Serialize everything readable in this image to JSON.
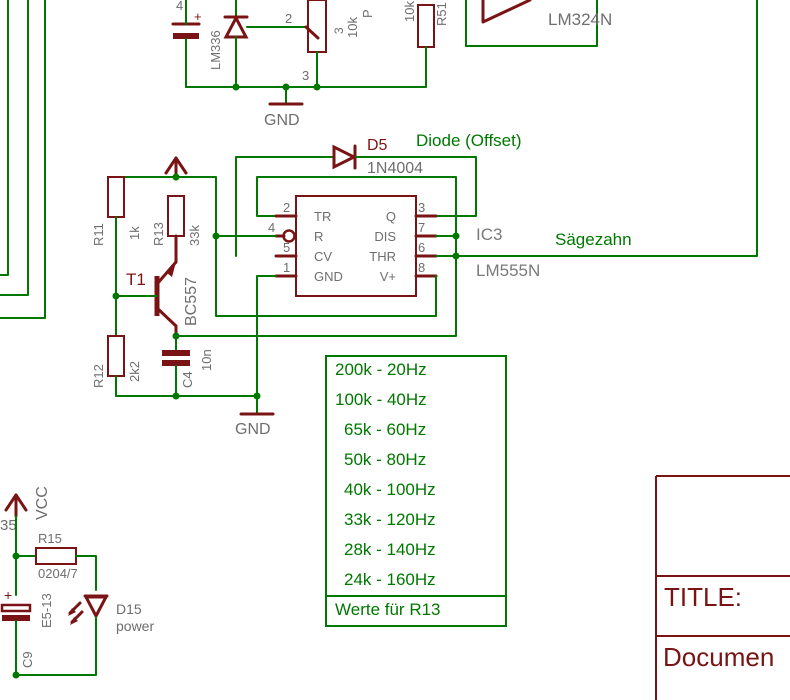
{
  "top": {
    "lm336": "LM336",
    "pot_pin2": "2",
    "pot_pin3": "3",
    "pot_pin3b": "3",
    "pot_partial": "10k",
    "pot_partial2": "P",
    "r51_partial": "10k",
    "r51_name": "R51",
    "cap_partial": "4",
    "cap_plus": "+",
    "gnd": "GND",
    "lm324n": "LM324N"
  },
  "timer": {
    "d5_name": "D5",
    "d5_value": "1N4004",
    "d5_note": "Diode (Offset)",
    "ic_name": "IC3",
    "ic_value": "LM555N",
    "pins_left": [
      {
        "num": "2",
        "label": "TR"
      },
      {
        "num": "4",
        "label": "R"
      },
      {
        "num": "5",
        "label": "CV"
      },
      {
        "num": "1",
        "label": "GND"
      }
    ],
    "pins_right": [
      {
        "num": "3",
        "label": "Q"
      },
      {
        "num": "7",
        "label": "DIS"
      },
      {
        "num": "6",
        "label": "THR"
      },
      {
        "num": "8",
        "label": "V+"
      }
    ],
    "saw_label": "Sägezahn",
    "r11_name": "R11",
    "r11_value": "1k",
    "r13_name": "R13",
    "r13_value": "33k",
    "t1_name": "T1",
    "t1_value": "BC557",
    "r12_name": "R12",
    "r12_value": "2k2",
    "c4_name": "C4",
    "c4_value": "10n",
    "gnd": "GND"
  },
  "table": {
    "rows": [
      "200k - 20Hz",
      "100k - 40Hz",
      "65k - 60Hz",
      "50k - 80Hz",
      "40k - 100Hz",
      "33k - 120Hz",
      "28k - 140Hz",
      "24k - 160Hz"
    ],
    "footer": "Werte für R13"
  },
  "power": {
    "vcc": "VCC",
    "left_partial": "35",
    "r15_name": "R15",
    "r15_value": "0204/7",
    "c9_value": "E5-13",
    "c9_name": "C9",
    "c9_plus": "+",
    "d15_name": "D15",
    "d15_value": "power"
  },
  "titleblock": {
    "title": "TITLE:",
    "document": "Documen"
  }
}
